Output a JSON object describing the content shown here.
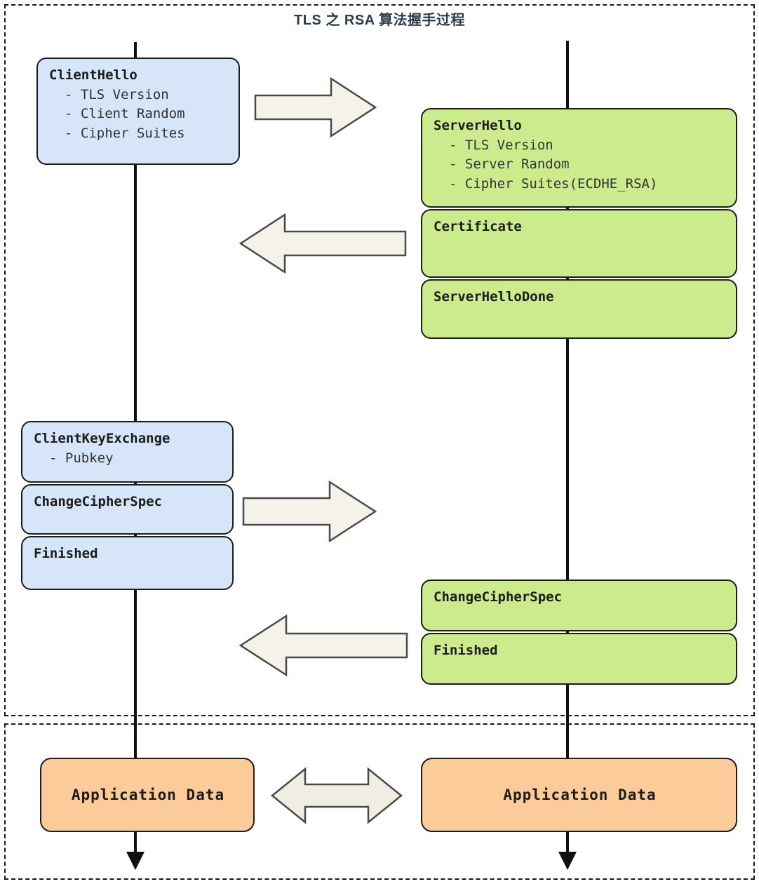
{
  "title": "TLS 之 RSA 算法握手过程",
  "colors": {
    "client_box_fill": "#d6e6f8",
    "server_box_fill": "#cbeb8d",
    "appdata_box_fill": "#fbcb9a",
    "arrow_fill": "#f5f2ea",
    "arrow_stroke": "#4a4a48",
    "box_stroke": "#1c1c1c",
    "lifeline": "#111111",
    "title_color": "#2d3b4e",
    "frame_dash": "#1a1a1a"
  },
  "phases": {
    "handshake_label": "",
    "appdata_label": ""
  },
  "lifelines": {
    "client": "client-lifeline",
    "server": "server-lifeline"
  },
  "messages": {
    "client_hello": {
      "title": "ClientHello",
      "items": [
        "- TLS Version",
        "- Client Random",
        "- Cipher Suites"
      ]
    },
    "server_hello": {
      "title": "ServerHello",
      "items": [
        "- TLS Version",
        "- Server Random",
        "- Cipher Suites(ECDHE_RSA)"
      ]
    },
    "certificate": {
      "title": "Certificate"
    },
    "server_hello_done": {
      "title": "ServerHelloDone"
    },
    "client_key_exchange": {
      "title": "ClientKeyExchange",
      "items": [
        "- Pubkey"
      ]
    },
    "client_change_cipher_spec": {
      "title": "ChangeCipherSpec"
    },
    "client_finished": {
      "title": "Finished"
    },
    "server_change_cipher_spec": {
      "title": "ChangeCipherSpec"
    },
    "server_finished": {
      "title": "Finished"
    },
    "client_application_data": {
      "title": "Application Data"
    },
    "server_application_data": {
      "title": "Application Data"
    }
  },
  "arrows": [
    {
      "name": "client-hello-arrow",
      "direction": "right"
    },
    {
      "name": "server-response-arrow",
      "direction": "left"
    },
    {
      "name": "client-key-exchange-arrow",
      "direction": "right"
    },
    {
      "name": "server-finished-arrow",
      "direction": "left"
    },
    {
      "name": "application-data-arrow",
      "direction": "both"
    }
  ]
}
